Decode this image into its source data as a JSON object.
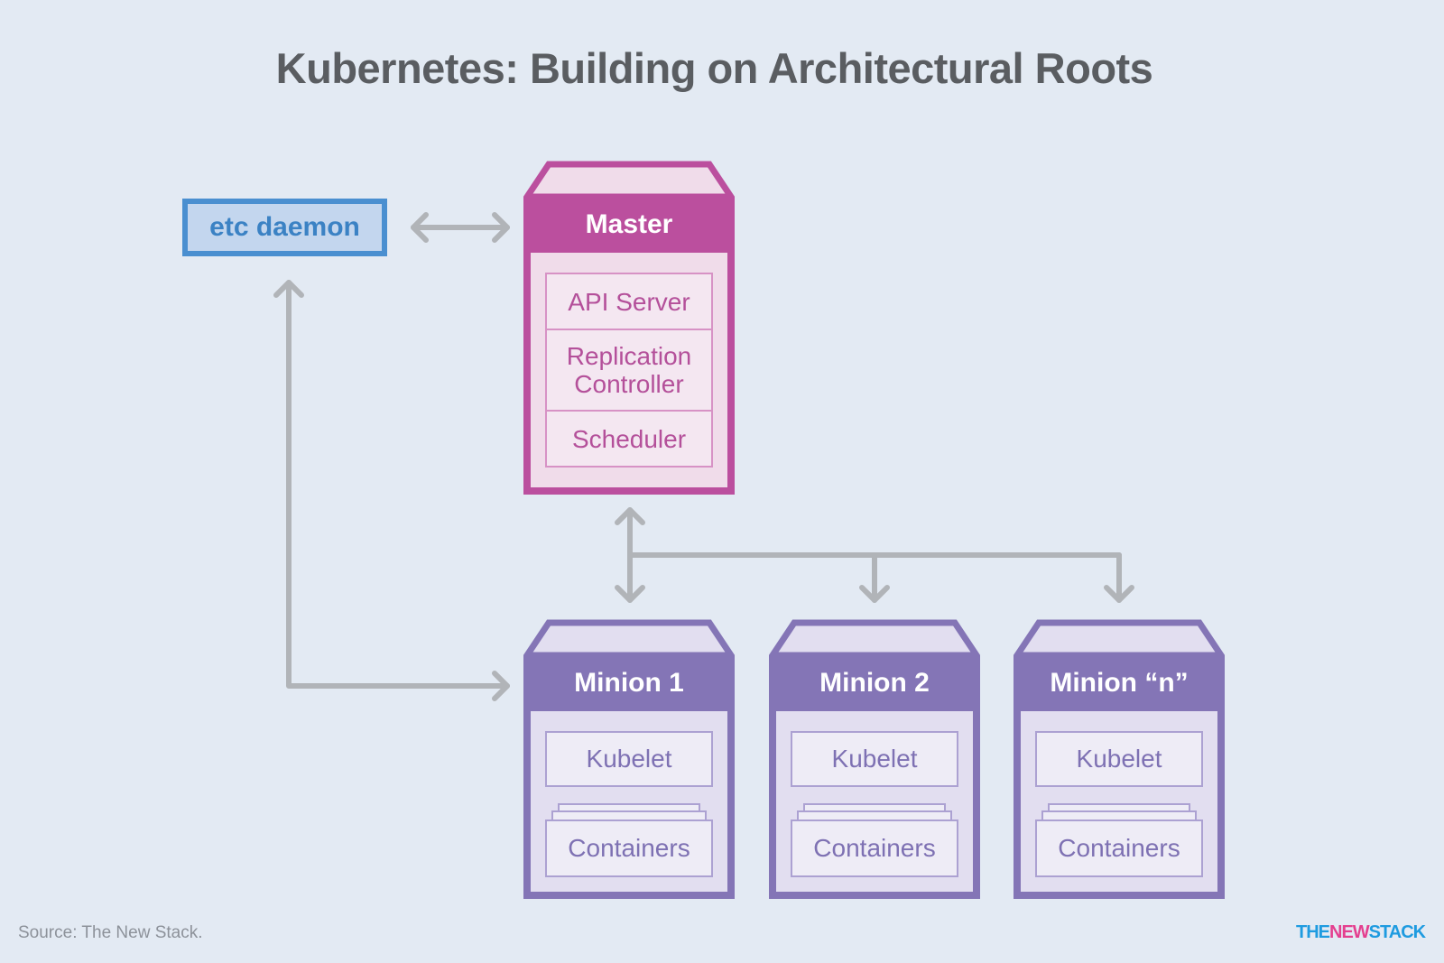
{
  "title": "Kubernetes: Building on Architectural Roots",
  "etcd": {
    "label": "etc daemon"
  },
  "master": {
    "label": "Master",
    "components": [
      "API Server",
      "Replication\nController",
      "Scheduler"
    ]
  },
  "minions": [
    {
      "label": "Minion 1",
      "kubelet": "Kubelet",
      "containers": "Containers"
    },
    {
      "label": "Minion 2",
      "kubelet": "Kubelet",
      "containers": "Containers"
    },
    {
      "label": "Minion “n”",
      "kubelet": "Kubelet",
      "containers": "Containers"
    }
  ],
  "footer": {
    "source": "Source: The New Stack.",
    "logo_part1": "THE",
    "logo_part2": "NEW",
    "logo_part3": "STACK"
  },
  "colors": {
    "background": "#e3eaf3",
    "master": "#bb4f9e",
    "minion": "#8475b6",
    "etcd": "#4a8fd0",
    "connector": "#b1b4b8"
  }
}
